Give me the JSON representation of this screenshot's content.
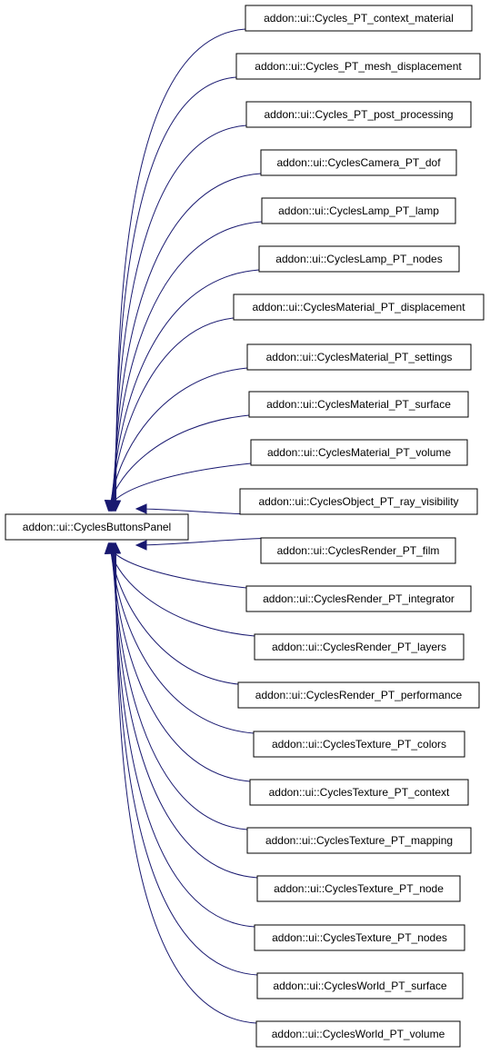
{
  "colors": {
    "edge": "#191970",
    "node_border": "#000000",
    "node_fill": "#ffffff",
    "text": "#000000"
  },
  "diagram": {
    "base": {
      "label": "addon::ui::CyclesButtonsPanel"
    },
    "derived": [
      {
        "label": "addon::ui::Cycles_PT_context_material"
      },
      {
        "label": "addon::ui::Cycles_PT_mesh_displacement"
      },
      {
        "label": "addon::ui::Cycles_PT_post_processing"
      },
      {
        "label": "addon::ui::CyclesCamera_PT_dof"
      },
      {
        "label": "addon::ui::CyclesLamp_PT_lamp"
      },
      {
        "label": "addon::ui::CyclesLamp_PT_nodes"
      },
      {
        "label": "addon::ui::CyclesMaterial_PT_displacement"
      },
      {
        "label": "addon::ui::CyclesMaterial_PT_settings"
      },
      {
        "label": "addon::ui::CyclesMaterial_PT_surface"
      },
      {
        "label": "addon::ui::CyclesMaterial_PT_volume"
      },
      {
        "label": "addon::ui::CyclesObject_PT_ray_visibility"
      },
      {
        "label": "addon::ui::CyclesRender_PT_film"
      },
      {
        "label": "addon::ui::CyclesRender_PT_integrator"
      },
      {
        "label": "addon::ui::CyclesRender_PT_layers"
      },
      {
        "label": "addon::ui::CyclesRender_PT_performance"
      },
      {
        "label": "addon::ui::CyclesTexture_PT_colors"
      },
      {
        "label": "addon::ui::CyclesTexture_PT_context"
      },
      {
        "label": "addon::ui::CyclesTexture_PT_mapping"
      },
      {
        "label": "addon::ui::CyclesTexture_PT_node"
      },
      {
        "label": "addon::ui::CyclesTexture_PT_nodes"
      },
      {
        "label": "addon::ui::CyclesWorld_PT_surface"
      },
      {
        "label": "addon::ui::CyclesWorld_PT_volume"
      }
    ]
  }
}
